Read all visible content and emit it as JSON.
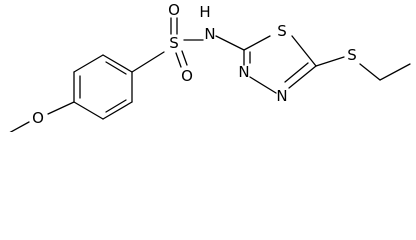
{
  "molecule": {
    "atoms": {
      "sulfonyl_s": "S",
      "sulfonyl_o_top": "O",
      "sulfonyl_o_bottom": "O",
      "amide_nh": "N",
      "amide_h": "H",
      "ring_s": "S",
      "ring_n_left": "N",
      "ring_n_right": "N",
      "thioether_s": "S",
      "methoxy_o": "O"
    }
  }
}
